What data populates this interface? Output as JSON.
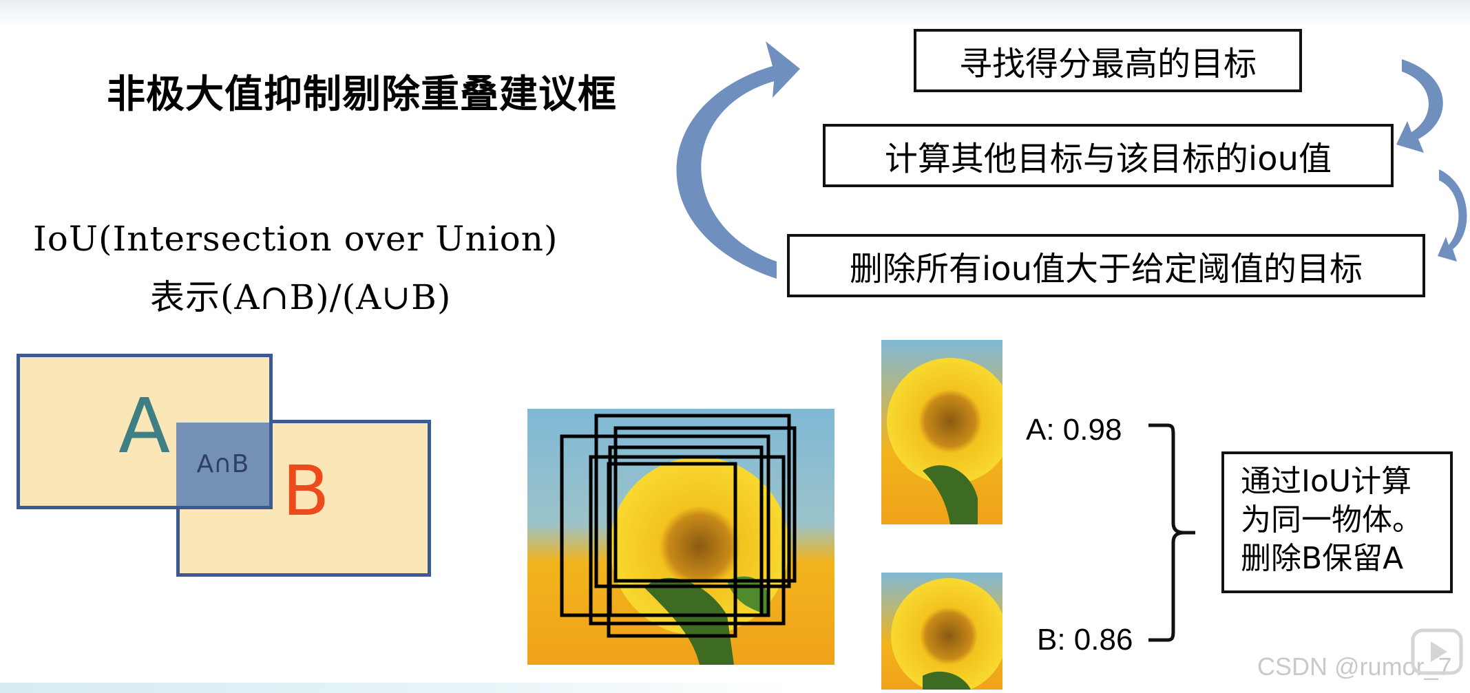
{
  "title": "非极大值抑制剔除重叠建议框",
  "iou": {
    "line1": "IoU(Intersection over Union)",
    "line2": "表示(A∩B)/(A∪B)"
  },
  "steps": [
    "寻找得分最高的目标",
    "计算其他目标与该目标的iou值",
    "删除所有iou值大于给定阈值的目标"
  ],
  "venn": {
    "label_a": "A",
    "label_b": "B",
    "label_intersection": "A∩B"
  },
  "scores": {
    "a": "A: 0.98",
    "b": "B: 0.86"
  },
  "result": {
    "line1": "通过IoU计算",
    "line2": "为同一物体。",
    "line3": "删除B保留A"
  },
  "watermark": "CSDN @rumor_7",
  "colors": {
    "arrow": "#6f8fbf",
    "venn_fill": "#fbe6b7",
    "venn_border": "#3b5a93",
    "intersection": "#7490b5",
    "letter_a": "#3e7f84",
    "letter_b": "#ee4b1d"
  }
}
